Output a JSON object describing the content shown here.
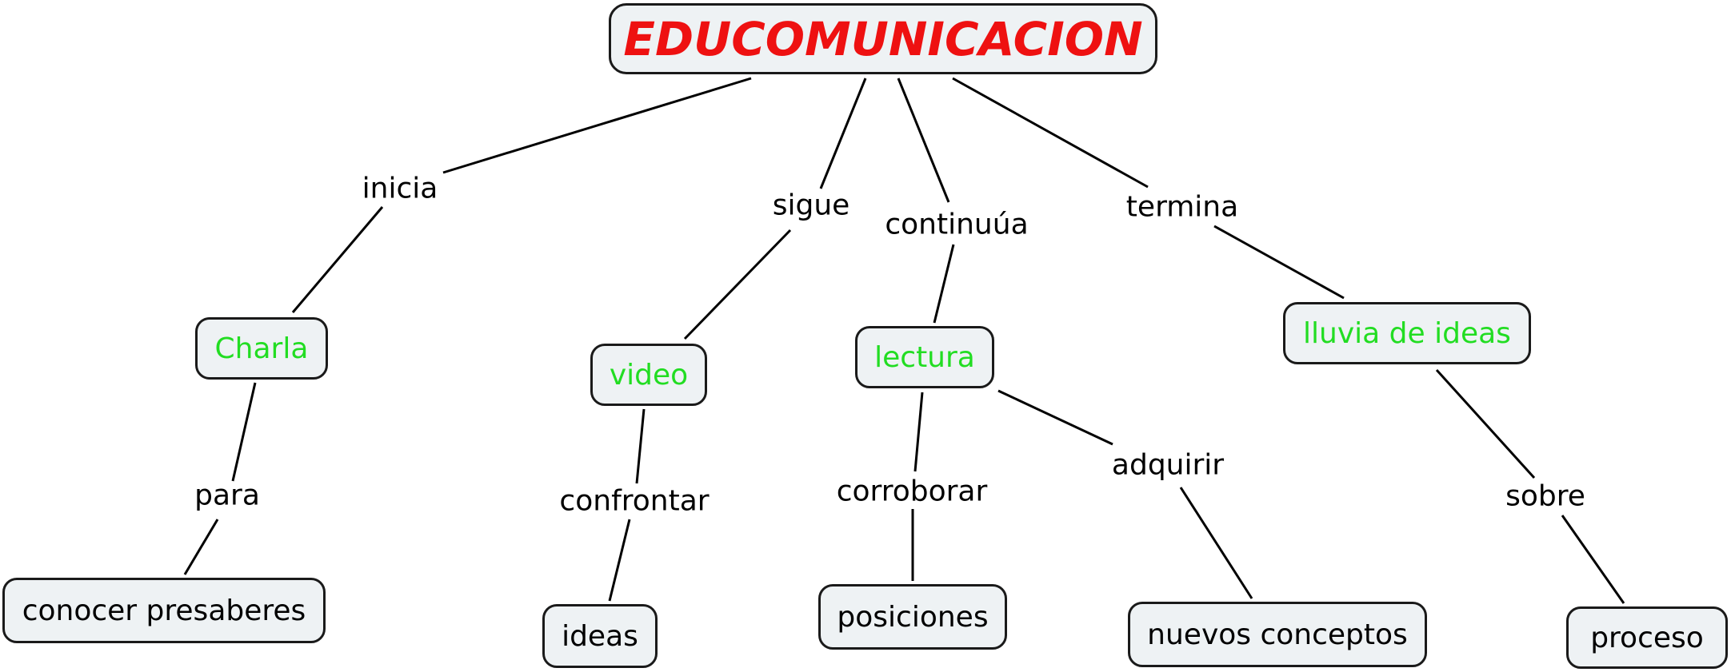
{
  "colors": {
    "root_text": "#ee1111",
    "branch_text": "#22dd22",
    "leaf_text": "#000000",
    "node_fill": "#eef2f4",
    "node_border": "#1a1a1a"
  },
  "root": {
    "label": "EDUCOMUNICACION"
  },
  "links": {
    "inicia": "inicia",
    "sigue": "sigue",
    "continua": "continuúa",
    "termina": "termina",
    "para": "para",
    "confrontar": "confrontar",
    "corroborar": "corroborar",
    "adquirir": "adquirir",
    "sobre": "sobre"
  },
  "concepts": {
    "charla": "Charla",
    "video": "video",
    "lectura": "lectura",
    "lluvia": "lluvia de ideas",
    "presaberes": "conocer presaberes",
    "ideas": "ideas",
    "posiciones": "posiciones",
    "nuevos": "nuevos conceptos",
    "proceso": "proceso"
  }
}
